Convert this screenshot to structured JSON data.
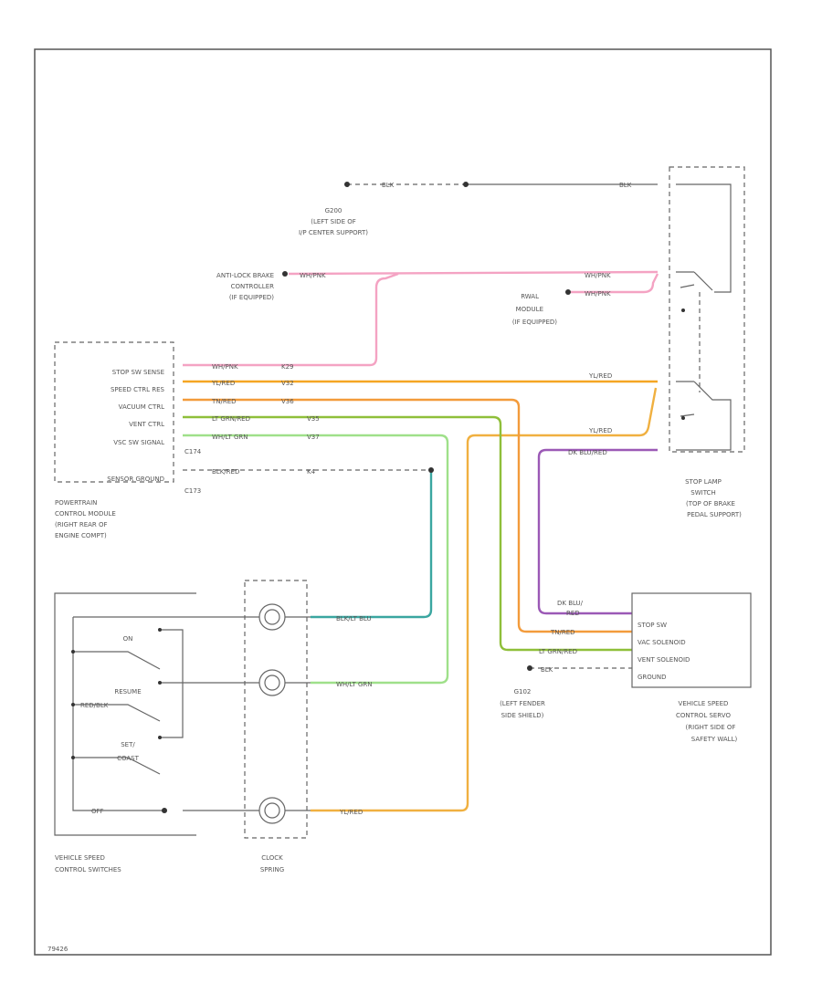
{
  "colors": {
    "pink": "#f4a3c3",
    "orange": "#f5a623",
    "yellow_orange": "#f0b040",
    "green": "#7ecf6a",
    "light_green": "#9fe08a",
    "teal": "#3aa6a0",
    "purple": "#9b59b6",
    "dark_gray": "#555555"
  },
  "labels": {
    "g200": "G200",
    "g200_loc1": "(LEFT SIDE OF",
    "g200_loc2": "I/P CENTER SUPPORT)",
    "blk_left": "BLK",
    "blk_right": "BLK",
    "abs_1": "ANTI-LOCK BRAKE",
    "abs_2": "CONTROLLER",
    "abs_3": "(IF EQUIPPED)",
    "rwal_1": "RWAL",
    "rwal_2": "MODULE",
    "rwal_3": "(IF EQUIPPED)",
    "wire_abs": "WH/PNK",
    "wire_top_right": "WH/PNK",
    "wire_rwal": "WH/PNK",
    "pcm_pin1": "STOP SW SENSE",
    "pcm_pin2": "SPEED CTRL RES",
    "pcm_pin3": "VACUUM CTRL",
    "pcm_pin4": "VENT CTRL",
    "pcm_pin5": "VSC SW SIGNAL",
    "pcm_pin6": "SENSOR GROUND",
    "pcm_wire1": "WH/PNK",
    "pcm_wire2": "YL/RED",
    "pcm_wire3": "TN/RED",
    "pcm_wire4": "LT GRN/RED",
    "pcm_wire5": "WH/LT GRN",
    "pcm_wire6": "BLK/RED",
    "pcm_g1": "K29",
    "pcm_g2": "V32",
    "pcm_g3": "V36",
    "pcm_g4": "V35",
    "pcm_g5": "V37",
    "pcm_g6": "K4",
    "c174": "C174",
    "c173": "C173",
    "pcm_name1": "POWERTRAIN",
    "pcm_name2": "CONTROL MODULE",
    "pcm_name3": "(RIGHT REAR OF",
    "pcm_name4": "ENGINE COMPT)",
    "yl_red_1": "YL/RED",
    "yl_red_2": "YL/RED",
    "dk_blu_1": "DK BLU/RED",
    "sls_1": "STOP LAMP",
    "sls_2": "SWITCH",
    "sls_3": "(TOP OF BRAKE",
    "sls_4": "PEDAL SUPPORT)",
    "servo_pin1": "STOP SW",
    "servo_pin2": "VAC SOLENOID",
    "servo_pin3": "VENT SOLENOID",
    "servo_pin4": "GROUND",
    "servo_w1a": "DK BLU/",
    "servo_w1b": "RED",
    "servo_w2": "TN/RED",
    "servo_w3": "LT GRN/RED",
    "servo_w4": "BLK",
    "servo_name1": "VEHICLE SPEED",
    "servo_name2": "CONTROL SERVO",
    "servo_name3": "(RIGHT SIDE OF",
    "servo_name4": "SAFETY WALL)",
    "g102": "G102",
    "g102_loc1": "(LEFT FENDER",
    "g102_loc2": "SIDE SHIELD)",
    "sw_on": "ON",
    "sw_resume": "RESUME",
    "sw_set": "SET/",
    "sw_coast": "COAST",
    "sw_res_w": "RED/BLK",
    "sw_off": "OFF",
    "cs_w1": "BLK/LT BLU",
    "cs_w2": "WH/LT GRN",
    "cs_w3": "YL/RED",
    "cs_name1": "CLOCK",
    "cs_name2": "SPRING",
    "vsw_name1": "VEHICLE SPEED",
    "vsw_name2": "CONTROL SWITCHES",
    "figure_id": "79426"
  }
}
